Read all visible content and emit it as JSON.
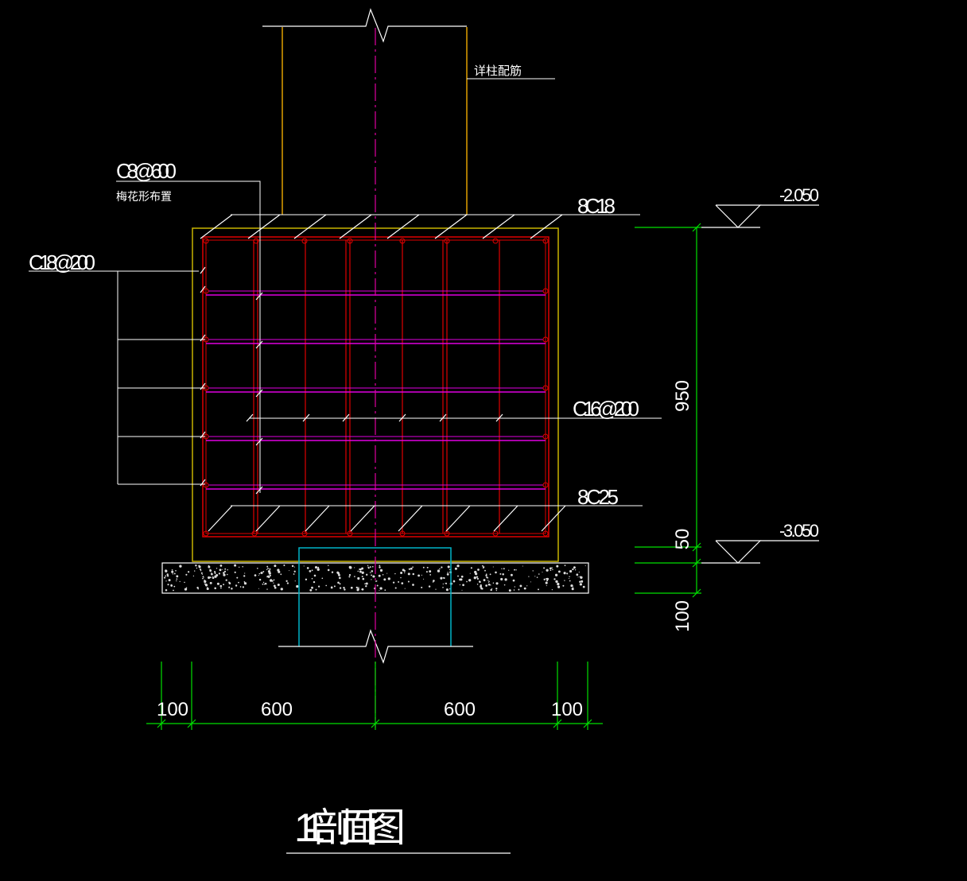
{
  "drawing": {
    "title": "1-1剖面图",
    "colors": {
      "background": "#000000",
      "column_outline": "#e0a000",
      "footing_outline": "#c8b400",
      "rebar_main": "#e00000",
      "rebar_stirrup": "#e000e0",
      "dimension": "#00e000",
      "leader": "#ffffff",
      "centerline": "#e000a0",
      "pile": "#00b4c8",
      "blinding": "#ffffff"
    },
    "labels": {
      "column_note": "详柱配筋",
      "tie_spec": "C8@600",
      "tie_note": "梅花形布置",
      "side_bars": "C18@200",
      "top_bars": "8C18",
      "mid_bars": "C16@200",
      "bottom_bars": "8C25"
    },
    "elevations": {
      "top": "-2.050",
      "bottom": "-3.050"
    },
    "dimensions": {
      "vertical": {
        "depth": "950",
        "cover": "50",
        "blinding": "100"
      },
      "horizontal": [
        "100",
        "600",
        "600",
        "100"
      ]
    }
  }
}
